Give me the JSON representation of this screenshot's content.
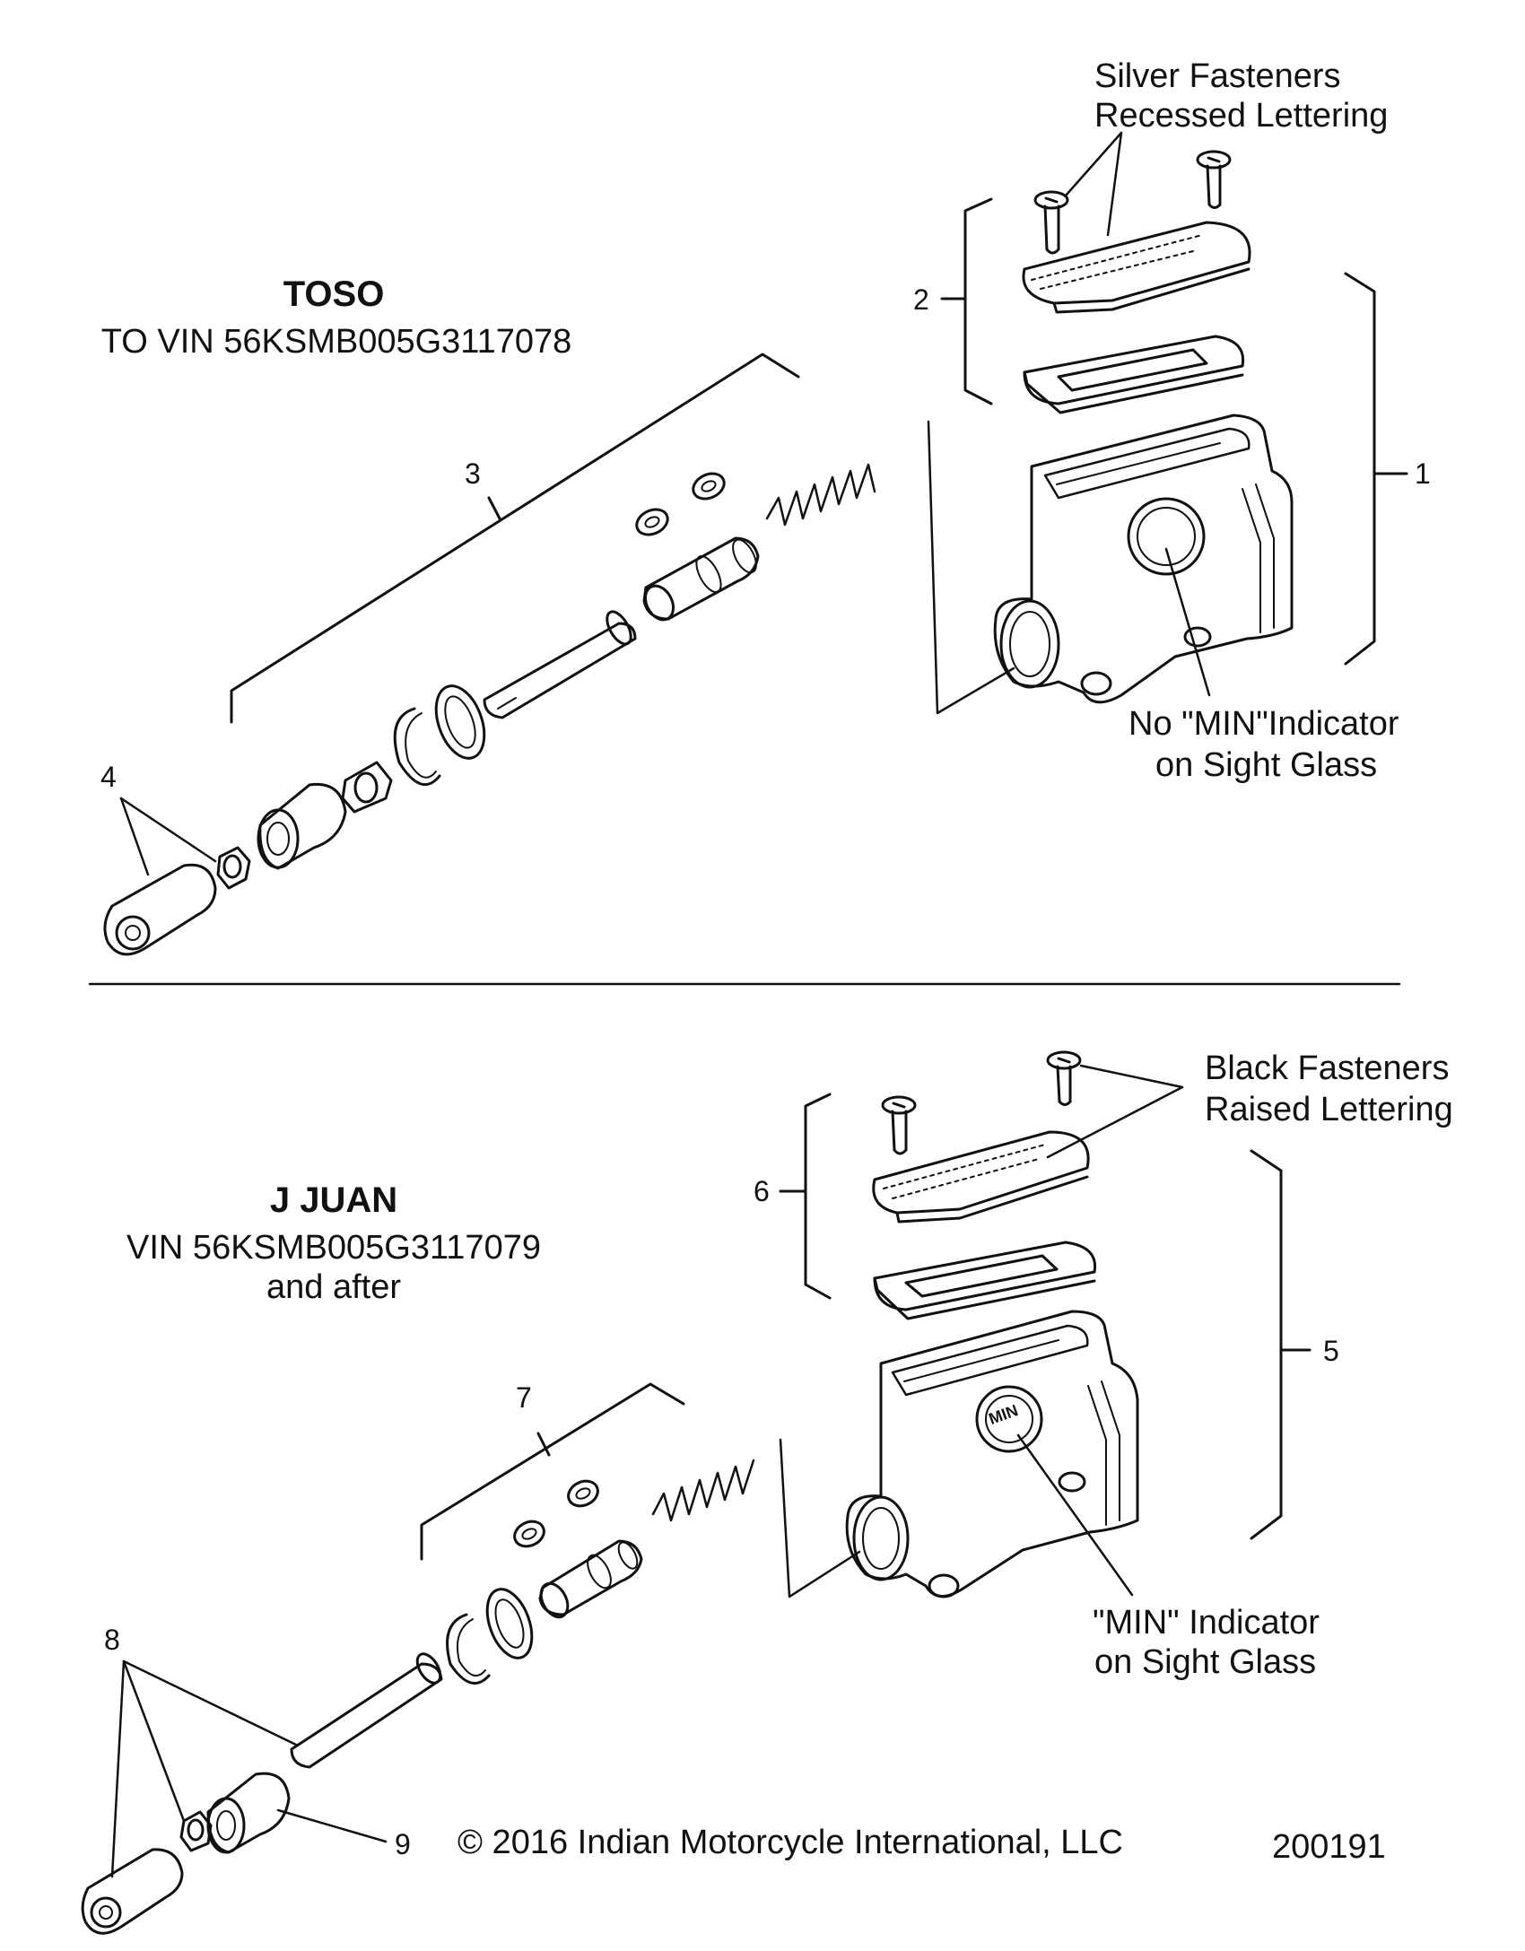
{
  "top_section": {
    "supplier": "TOSO",
    "vin_range": "TO  VIN 56KSMB005G3117078",
    "fastener_note_line1": "Silver Fasteners",
    "fastener_note_line2": "Recessed Lettering",
    "sight_glass_note_line1": "No \"MIN\"Indicator",
    "sight_glass_note_line2": "on Sight Glass"
  },
  "bottom_section": {
    "supplier": "J JUAN",
    "vin_range_line1": "VIN 56KSMB005G3117079",
    "vin_range_line2": "and after",
    "fastener_note_line1": "Black Fasteners",
    "fastener_note_line2": "Raised Lettering",
    "sight_glass_note_line1": "\"MIN\" Indicator",
    "sight_glass_note_line2": "on Sight Glass",
    "min_badge": "MIN"
  },
  "callouts": {
    "c1": "1",
    "c2": "2",
    "c3": "3",
    "c4": "4",
    "c5": "5",
    "c6": "6",
    "c7": "7",
    "c8": "8",
    "c9": "9"
  },
  "footer": {
    "copyright": "© 2016 Indian Motorcycle International, LLC",
    "diagram_number": "200191"
  }
}
